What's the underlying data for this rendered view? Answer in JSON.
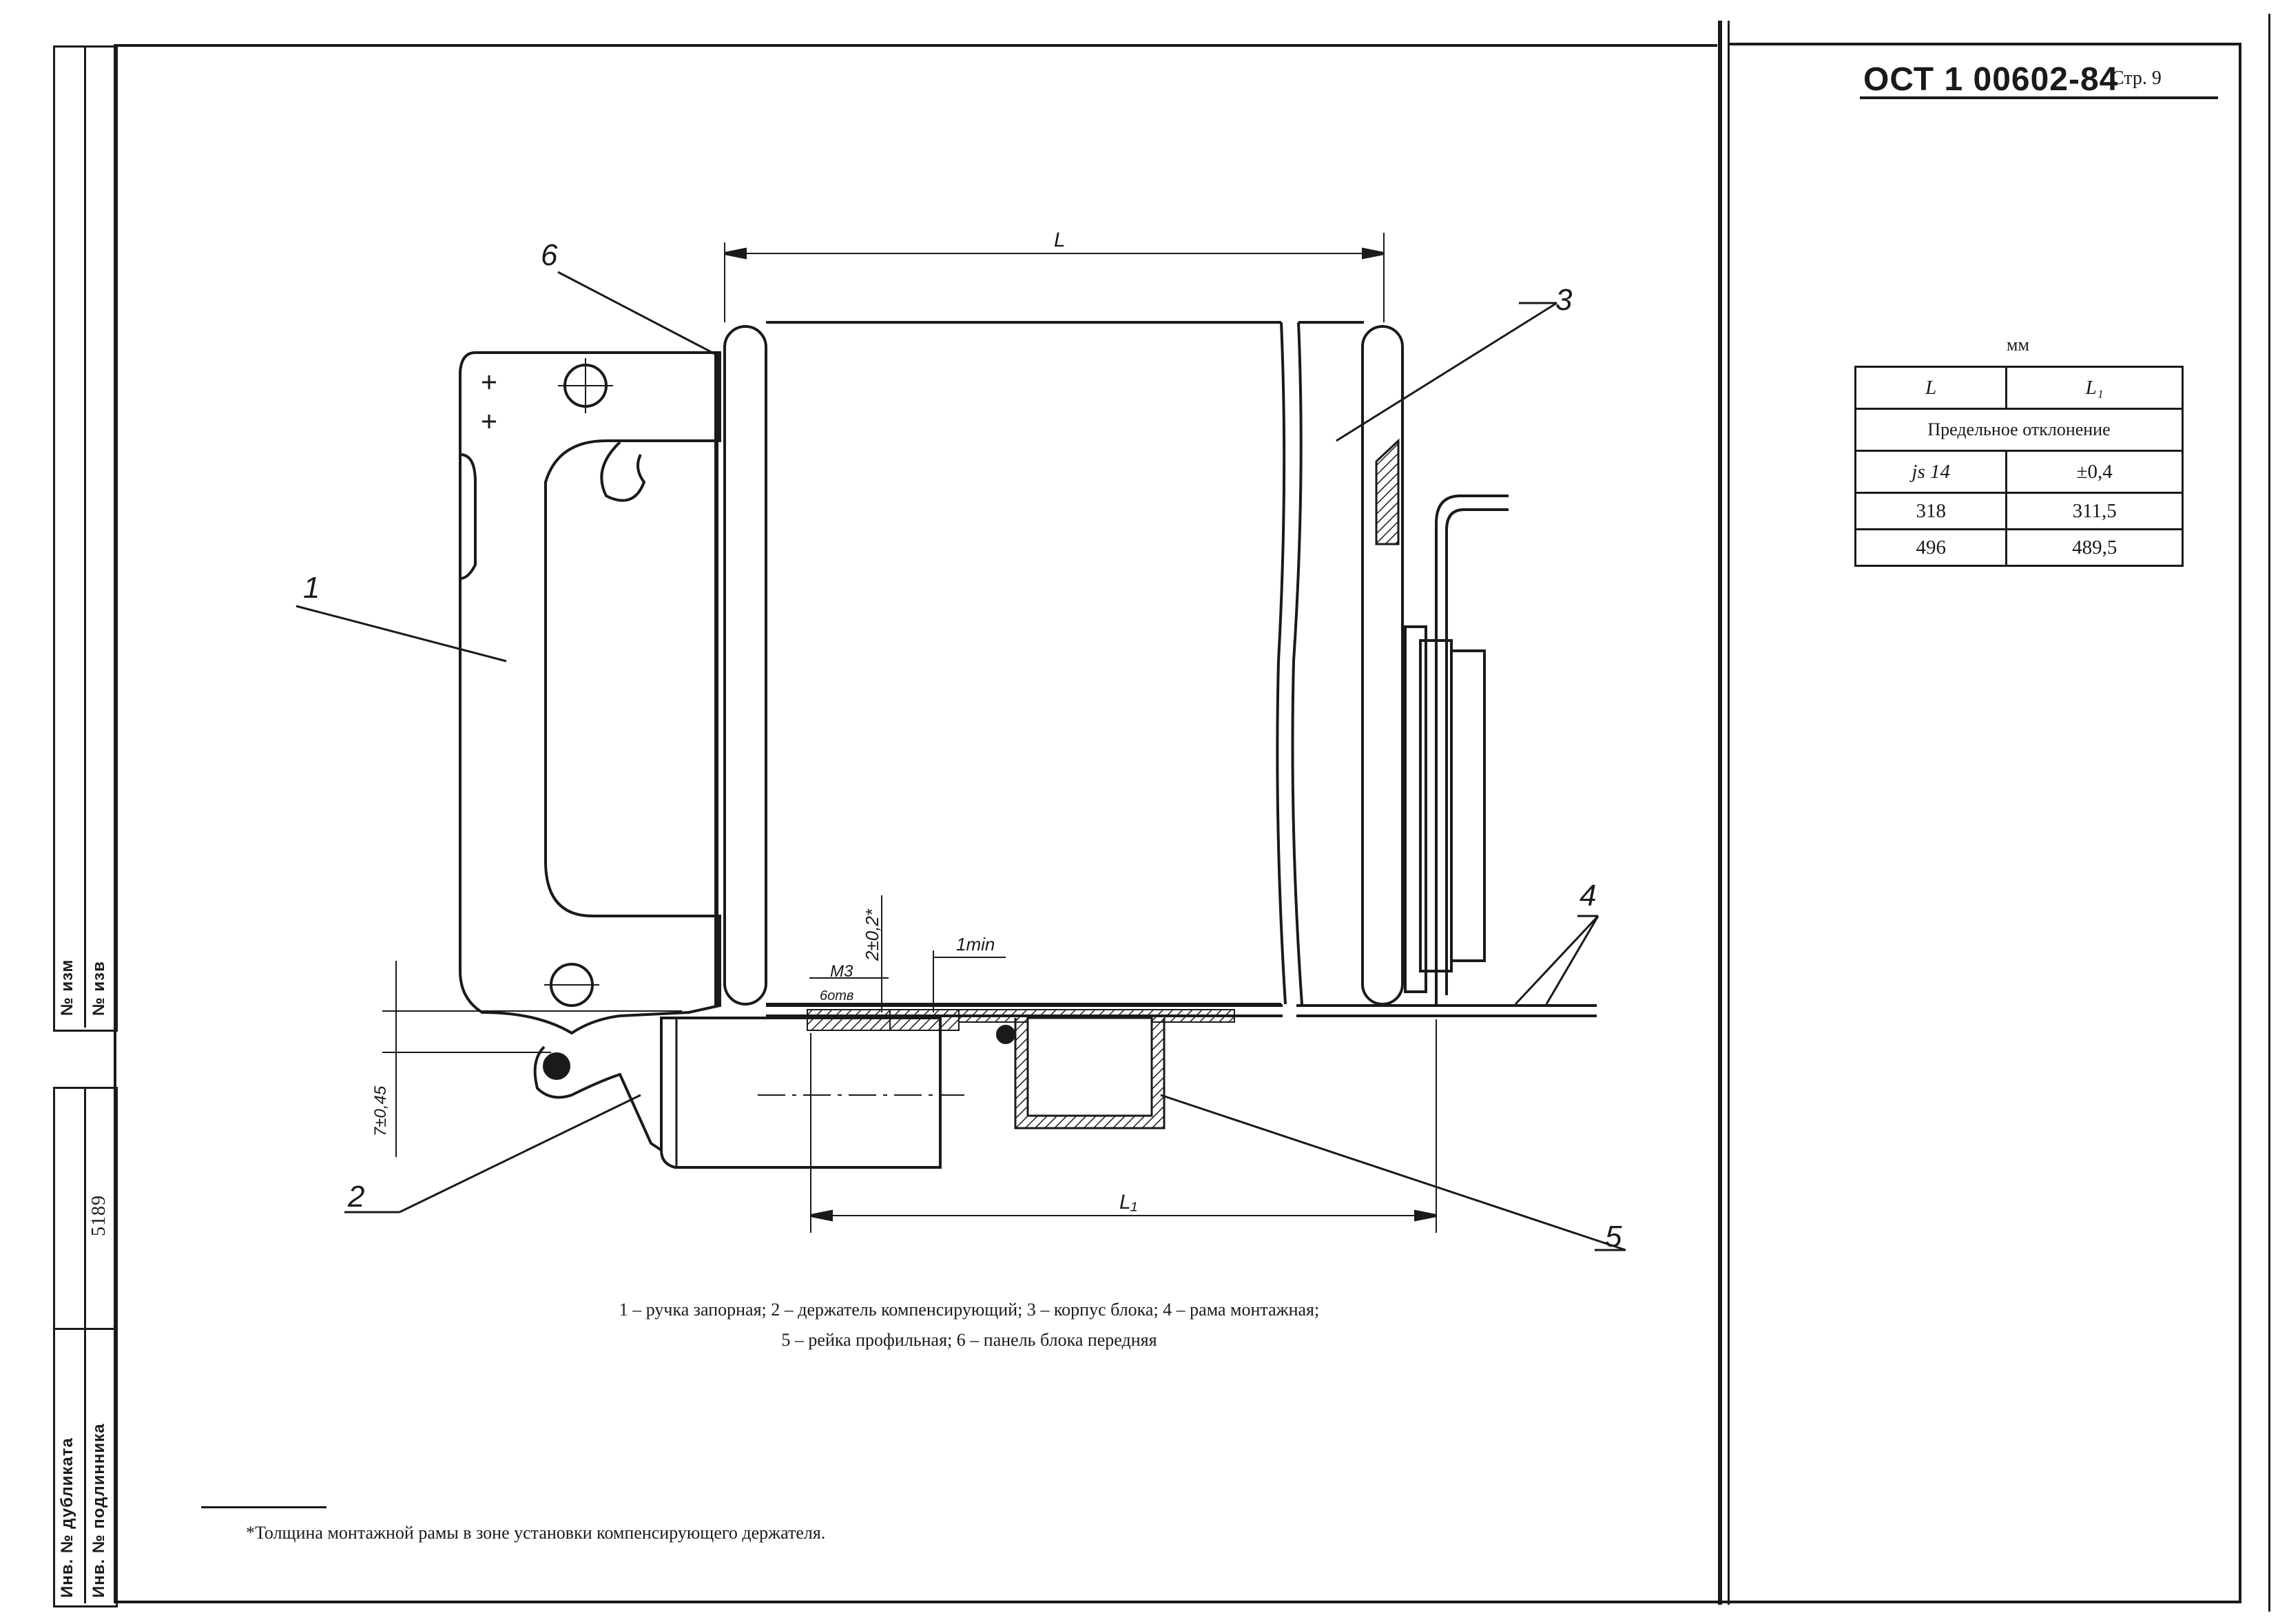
{
  "header": {
    "standard_code": "ОСТ 1 00602-84",
    "page_label": "Стр. 9"
  },
  "side_stamp": {
    "izm_label": "№ изм",
    "izv_label": "№ изв",
    "inv_number": "5189",
    "dublikat_label": "Инв. № дубликата",
    "podlinnik_label": "Инв. № подлинника"
  },
  "tolerance_table": {
    "unit": "мм",
    "headers": [
      "L",
      "L₁"
    ],
    "deviation_label": "Предельное отклонение",
    "deviation_row": [
      "js 14",
      "±0,4"
    ],
    "rows": [
      [
        "318",
        "311,5"
      ],
      [
        "496",
        "489,5"
      ]
    ]
  },
  "drawing": {
    "callouts": [
      "1",
      "2",
      "3",
      "4",
      "5",
      "6"
    ],
    "dim_L": "L",
    "dim_L1": "L₁",
    "dim_7": "7±0,45",
    "dim_2": "2±0,2*",
    "dim_1min": "1min",
    "dim_m3": "M3",
    "dim_6H": "6отв"
  },
  "legend": {
    "line1": "1 – ручка запорная; 2 – держатель компенсирующий; 3 – корпус блока; 4 – рама монтажная;",
    "line2": "5 – рейка профильная; 6 – панель блока передняя"
  },
  "footnote": {
    "text": "*Толщина монтажной рамы в зоне установки компенсирующего держателя."
  }
}
